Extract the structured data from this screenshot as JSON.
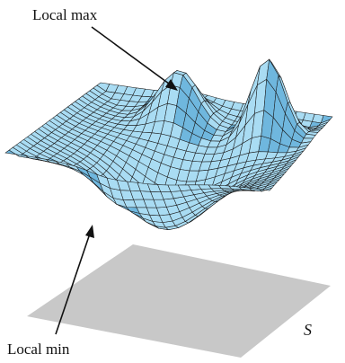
{
  "labels": {
    "local_max": "Local max",
    "local_min": "Local min",
    "domain": "S"
  },
  "colors": {
    "surface_fill": "#a9dcf3",
    "surface_shade": "#6fb7de",
    "grid_line": "#1a1a1a",
    "domain_plane": "#c8c8c8",
    "arrow": "#111111"
  }
}
